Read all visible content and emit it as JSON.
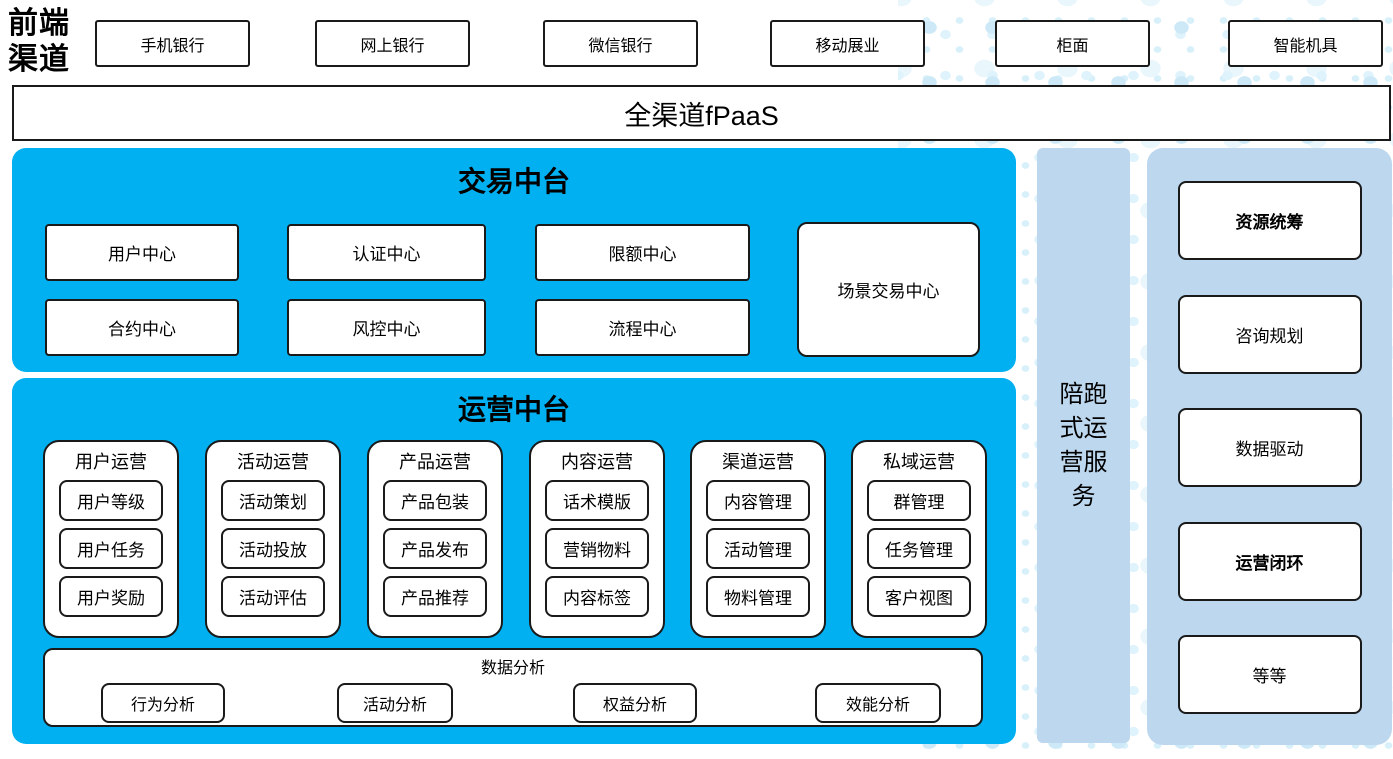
{
  "front_channels": {
    "label": "前端渠道",
    "items": [
      "手机银行",
      "网上银行",
      "微信银行",
      "移动展业",
      "柜面",
      "智能机具"
    ]
  },
  "fpaas": {
    "label": "全渠道fPaaS"
  },
  "transaction_platform": {
    "title": "交易中台",
    "centers": [
      "用户中心",
      "认证中心",
      "限额中心",
      "合约中心",
      "风控中心",
      "流程中心"
    ],
    "scene_center": "场景交易中心"
  },
  "operation_platform": {
    "title": "运营中台",
    "groups": [
      {
        "title": "用户运营",
        "items": [
          "用户等级",
          "用户任务",
          "用户奖励"
        ]
      },
      {
        "title": "活动运营",
        "items": [
          "活动策划",
          "活动投放",
          "活动评估"
        ]
      },
      {
        "title": "产品运营",
        "items": [
          "产品包装",
          "产品发布",
          "产品推荐"
        ]
      },
      {
        "title": "内容运营",
        "items": [
          "话术模版",
          "营销物料",
          "内容标签"
        ]
      },
      {
        "title": "渠道运营",
        "items": [
          "内容管理",
          "活动管理",
          "物料管理"
        ]
      },
      {
        "title": "私域运营",
        "items": [
          "群管理",
          "任务管理",
          "客户视图"
        ]
      }
    ],
    "data_analysis": {
      "title": "数据分析",
      "items": [
        "行为分析",
        "活动分析",
        "权益分析",
        "效能分析"
      ]
    }
  },
  "companion_service": {
    "label": "陪跑式运营服务"
  },
  "right_panel": {
    "items": [
      "资源统筹",
      "咨询规划",
      "数据驱动",
      "运营闭环",
      "等等"
    ]
  },
  "colors": {
    "platform_cyan": "#00B0F0",
    "side_light_blue": "#BDD7EE",
    "dot_pattern_blue": "#D7F0FA",
    "border_black": "#1a1a1a",
    "box_white": "#FFFFFF"
  }
}
